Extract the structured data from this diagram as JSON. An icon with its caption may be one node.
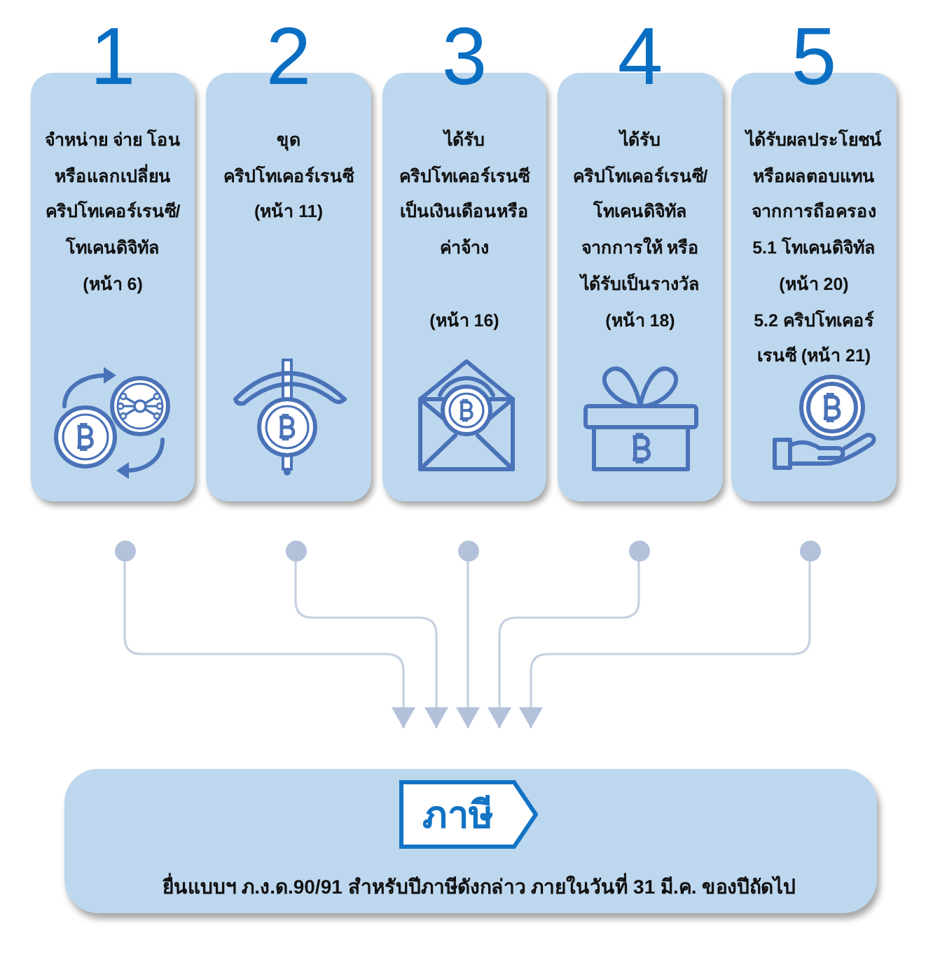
{
  "diagram": {
    "nodes": [
      {
        "text": [
          "1",
          "จำหน่าย จ่าย โอน หรือแลกเปลี่ยน คริปโทเคอร์เรนซี/โทเคนดิจิทัล (หน้า 6)"
        ]
      },
      {
        "text": [
          "2",
          "ขุด คริปโทเคอร์เรนซี (หน้า 11)"
        ]
      },
      {
        "text": [
          "3",
          "ได้รับ คริปโทเคอร์เรนซี เป็นเงินเดือนหรือค่าจ้าง",
          "(หน้า 16)"
        ]
      },
      {
        "text": [
          "4",
          "ได้รับ คริปโทเคอร์เรนซี/โทเคนดิจิทัล จากการให้ หรือได้รับเป็นรางวัล (หน้า 18)"
        ]
      },
      {
        "text": [
          "5",
          "ได้รับผลประโยชน์ หรือผลตอบแทน จากการถือครอง",
          "5.1 โทเคนดิจิทัล (หน้า 20)",
          "5.2 คริปโทเคอร์เรนซี (หน้า 21)"
        ]
      },
      {
        "text": [],
        "shape": "circle"
      },
      {
        "text": [],
        "shape": "circle"
      },
      {
        "text": [],
        "shape": "circle"
      },
      {
        "text": [],
        "shape": "circle"
      },
      {
        "text": [],
        "shape": "circle"
      },
      {
        "text": [
          "ยื่นแบบฯ ภ.ง.ด.90/91 สำหรับปีภาษีดังกล่าว ภายในวันที่ 31 มี.ค. ของปีถัดไป"
        ]
      },
      {
        "text": [
          "ภาษี"
        ],
        "in": 10
      }
    ],
    "edges": [
      {
        "from": 5,
        "to": 10,
        "arrow": "to"
      },
      {
        "from": 6,
        "to": 10,
        "arrow": "to"
      },
      {
        "from": 7,
        "to": 10,
        "arrow": "to"
      },
      {
        "from": 8,
        "to": 10,
        "arrow": "to"
      },
      {
        "from": 9,
        "to": 10,
        "arrow": "to"
      }
    ]
  }
}
